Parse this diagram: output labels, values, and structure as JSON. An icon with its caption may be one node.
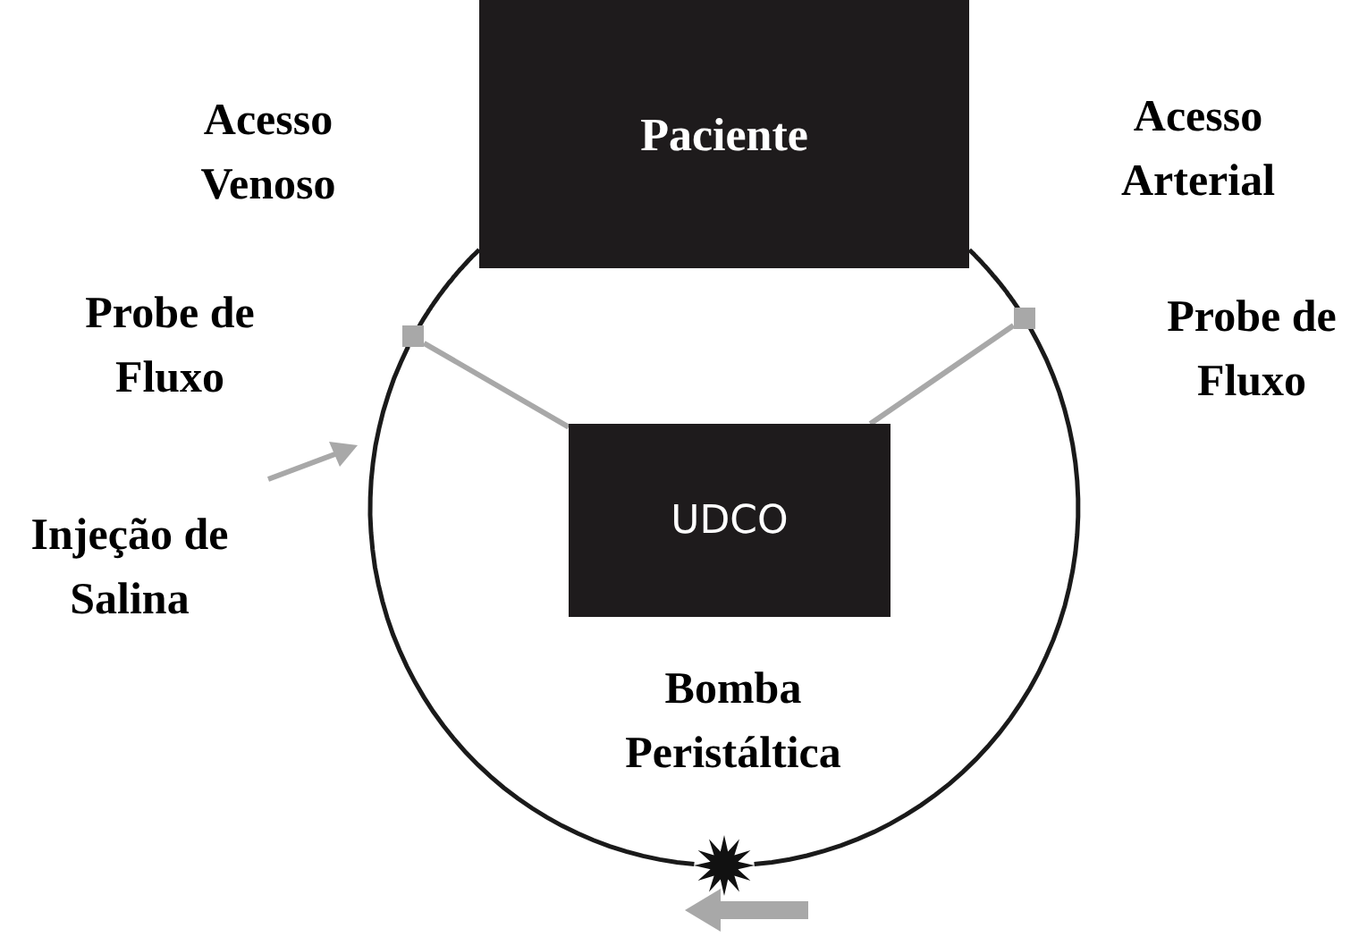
{
  "diagram": {
    "nodes": [
      {
        "text": [
          "Paciente"
        ]
      },
      {
        "text": [
          "UDCO"
        ]
      },
      {
        "text": [],
        "shape": "box",
        "beside": [
          "Probe de Fluxo"
        ]
      },
      {
        "text": [],
        "shape": "box",
        "beside": [
          "Probe de Fluxo"
        ]
      },
      {
        "text": [],
        "shape": "star",
        "beside": [
          "Bomba Peristáltica"
        ]
      }
    ],
    "edges": [
      {
        "from": 0,
        "to": 2,
        "arrow": "none"
      },
      {
        "from": 2,
        "to": 4,
        "arrow": "none"
      },
      {
        "from": 4,
        "to": 3,
        "arrow": "none"
      },
      {
        "from": 3,
        "to": 0,
        "arrow": "none"
      },
      {
        "from": 2,
        "to": 1,
        "arrow": "none",
        "color": "#a8a8a8"
      },
      {
        "from": 3,
        "to": 1,
        "arrow": "none",
        "color": "#a8a8a8"
      }
    ],
    "labels": [
      "Acesso Venoso",
      "Acesso Arterial",
      "Injeção de Salina"
    ]
  }
}
